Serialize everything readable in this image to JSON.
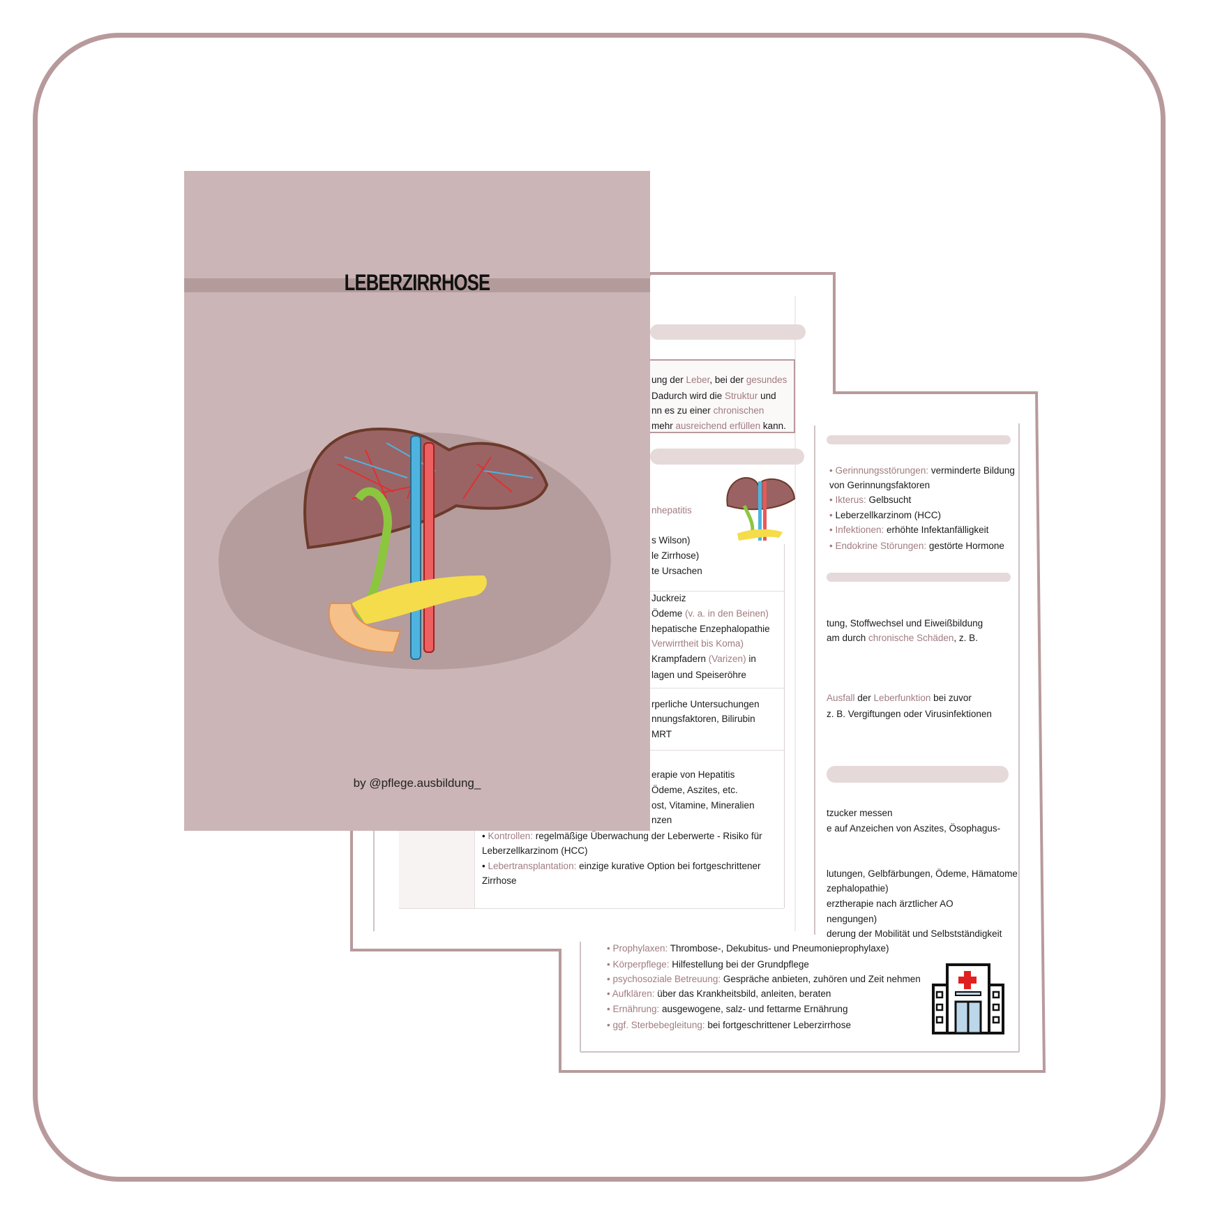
{
  "cover": {
    "title": "LEBERZIRRHOSE",
    "byline": "by @pflege.ausbildung_"
  },
  "page_a": {
    "definition": [
      [
        [
          "ung der ",
          0
        ],
        [
          "Leber",
          1
        ],
        [
          ", bei der ",
          0
        ],
        [
          "gesundes",
          1
        ]
      ],
      [
        [
          "Dadurch wird die ",
          0
        ],
        [
          "Struktur",
          1
        ],
        [
          " und",
          0
        ]
      ],
      [
        [
          "nn es zu einer ",
          0
        ],
        [
          "chronischen",
          1
        ]
      ],
      [
        [
          "mehr ",
          0
        ],
        [
          "ausreichend erfüllen",
          1
        ],
        [
          " kann.",
          0
        ]
      ]
    ],
    "causes": [
      [
        [
          "nhepatitis",
          1
        ]
      ],
      [
        [
          "s Wilson)",
          0
        ]
      ],
      [
        [
          "le Zirrhose)",
          0
        ]
      ],
      [
        [
          "te Ursachen",
          0
        ]
      ]
    ],
    "symptoms": [
      [
        [
          "Juckreiz",
          0
        ]
      ],
      [
        [
          "Ödeme ",
          0
        ],
        [
          "(v. a. in den Beinen)",
          1
        ]
      ],
      [
        [
          "hepatische Enzephalopathie",
          0
        ]
      ],
      [
        [
          "Verwirrtheit bis Koma)",
          1
        ]
      ],
      [
        [
          "Krampfadern ",
          0
        ],
        [
          "(Varizen)",
          1
        ],
        [
          " in",
          0
        ]
      ],
      [
        [
          "lagen und Speiseröhre",
          0
        ]
      ]
    ],
    "diagnosis": [
      [
        [
          "rperliche Untersuchungen",
          0
        ]
      ],
      [
        [
          "nnungsfaktoren, Bilirubin",
          0
        ]
      ],
      [
        [
          "MRT",
          0
        ]
      ]
    ],
    "therapy": [
      [
        [
          "erapie von Hepatitis",
          0
        ]
      ],
      [
        [
          "Ödeme, Aszites, etc.",
          0
        ]
      ],
      [
        [
          "ost, Vitamine, Mineralien",
          0
        ]
      ],
      [
        [
          "nzen",
          0
        ]
      ]
    ],
    "therapy_full": [
      [
        [
          "• ",
          0
        ],
        [
          "Kontrollen:",
          1
        ],
        [
          " regelmäßige Überwachung der Leberwerte - Risiko für",
          0
        ]
      ],
      [
        [
          "Leberzellkarzinom (HCC)",
          0
        ]
      ],
      [
        [
          "• ",
          0
        ],
        [
          "Lebertransplantation:",
          1
        ],
        [
          " einzige kurative Option bei fortgeschrittener",
          0
        ]
      ],
      [
        [
          "Zirrhose",
          0
        ]
      ]
    ]
  },
  "page_b": {
    "complications": [
      [
        [
          "• ",
          2
        ],
        [
          "Gerinnungsstörungen:",
          1
        ],
        [
          " verminderte Bildung",
          0
        ]
      ],
      [
        [
          "   von Gerinnungsfaktoren",
          0
        ]
      ],
      [
        [
          "• ",
          2
        ],
        [
          "Ikterus:",
          1
        ],
        [
          " Gelbsucht",
          0
        ]
      ],
      [
        [
          "• ",
          2
        ],
        [
          "Leberzellkarzinom (HCC)",
          0
        ]
      ],
      [
        [
          "• ",
          2
        ],
        [
          "Infektionen:",
          1
        ],
        [
          " erhöhte Infektanfälligkeit",
          0
        ]
      ],
      [
        [
          "• ",
          2
        ],
        [
          "Endokrine Störungen:",
          1
        ],
        [
          " gestörte Hormone",
          0
        ]
      ]
    ],
    "forms_1": [
      [
        [
          "tung, Stoffwechsel und Eiweißbildung",
          0
        ]
      ],
      [
        [
          "am durch ",
          0
        ],
        [
          "chronische Schäden",
          1
        ],
        [
          ", z. B.",
          0
        ]
      ]
    ],
    "forms_2": [
      [
        [
          "Ausfall",
          1
        ],
        [
          " der ",
          0
        ],
        [
          "Leberfunktion",
          1
        ],
        [
          " bei zuvor",
          0
        ]
      ],
      [
        [
          " z. B. Vergiftungen oder Virusinfektionen",
          0
        ]
      ]
    ],
    "care_1": [
      [
        [
          "tzucker messen",
          0
        ]
      ],
      [
        [
          "e auf Anzeichen von Aszites, Ösophagus-",
          0
        ]
      ]
    ],
    "care_2": [
      [
        [
          "lutungen, Gelbfärbungen, Ödeme, Hämatome",
          0
        ]
      ],
      [
        [
          "zephalopathie)",
          0
        ]
      ],
      [
        [
          "erztherapie nach ärztlicher AO",
          0
        ]
      ],
      [
        [
          "nengungen)",
          0
        ]
      ],
      [
        [
          "derung der Mobilität und Selbstständigkeit",
          0
        ]
      ]
    ],
    "care_list": [
      [
        [
          "•  ",
          2
        ],
        [
          "Prophylaxen:",
          1
        ],
        [
          " Thrombose-, Dekubitus- und Pneumonieprophylaxe)",
          0
        ]
      ],
      [
        [
          "•  ",
          2
        ],
        [
          "Körperpflege:",
          1
        ],
        [
          " Hilfestellung bei der Grundpflege",
          0
        ]
      ],
      [
        [
          "•  ",
          2
        ],
        [
          "psychosoziale Betreuung:",
          1
        ],
        [
          " Gespräche anbieten, zuhören und Zeit nehmen",
          0
        ]
      ],
      [
        [
          "•  ",
          2
        ],
        [
          "Aufklären:",
          1
        ],
        [
          " über das Krankheitsbild, anleiten, beraten",
          0
        ]
      ],
      [
        [
          "•  ",
          2
        ],
        [
          "Ernährung:",
          1
        ],
        [
          " ausgewogene, salz- und fettarme Ernährung",
          0
        ]
      ],
      [
        [
          "•  ",
          2
        ],
        [
          "ggf. Sterbebegleitung:",
          1
        ],
        [
          " bei fortgeschrittener Leberzirrhose",
          0
        ]
      ]
    ]
  },
  "colors": {
    "frame": "#b89a9c",
    "cover": "#cbb5b6",
    "accent": "#a07c80"
  }
}
